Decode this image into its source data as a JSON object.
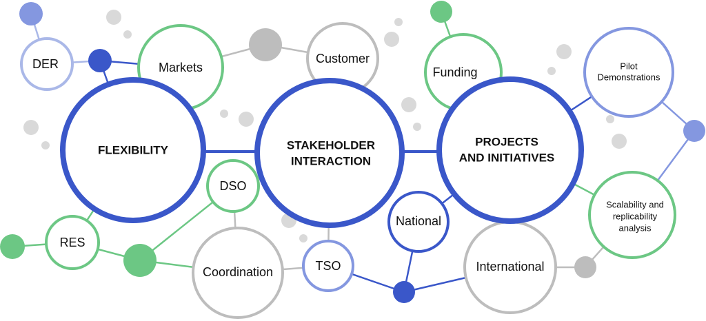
{
  "colors": {
    "blue": "#3a57c9",
    "light_blue": "#aab8e8",
    "medium_blue": "#8497e0",
    "green": "#6cc784",
    "gray": "#bdbdbd",
    "dot_gray": "#d9d9d9"
  },
  "nodes": {
    "flexibility": "FLEXIBILITY",
    "stakeholder": [
      "STAKEHOLDER",
      "INTERACTION"
    ],
    "projects": [
      "PROJECTS",
      "AND INITIATIVES"
    ],
    "der": "DER",
    "markets": "Markets",
    "customer": "Customer",
    "funding": "Funding",
    "pilot": [
      "Pilot",
      "Demonstrations"
    ],
    "scalability": [
      "Scalability and",
      "replicability",
      "analysis"
    ],
    "international": "International",
    "national": "National",
    "tso": "TSO",
    "coordination": "Coordination",
    "dso": "DSO",
    "res": "RES"
  }
}
